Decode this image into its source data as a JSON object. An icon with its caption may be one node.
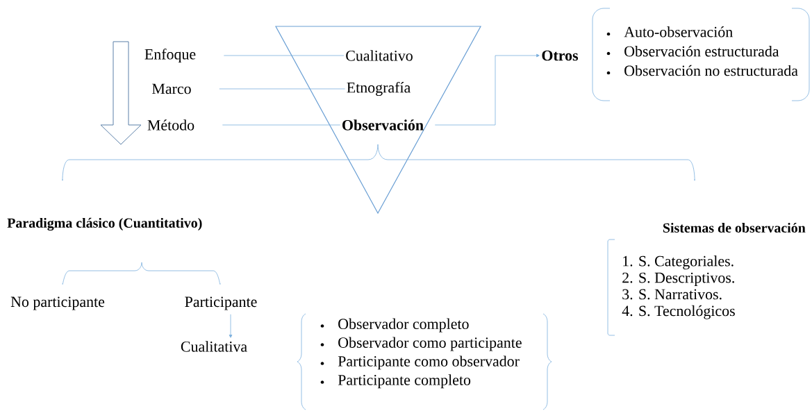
{
  "diagram": {
    "nodes": [
      {
        "text": [
          "Enfoque"
        ]
      },
      {
        "text": [
          "Marco"
        ]
      },
      {
        "text": [
          "Método"
        ]
      },
      {
        "text": [
          "Cualitativo"
        ]
      },
      {
        "text": [
          "Etnografía"
        ]
      },
      {
        "text": [
          "Observación"
        ]
      },
      {
        "text": [
          "Otros"
        ]
      },
      {
        "text": [
          "Auto-observación",
          "Observación estructurada",
          "Observación no estructurada"
        ]
      },
      {
        "text": [
          "Paradigma clásico (Cuantitativo)"
        ]
      },
      {
        "text": [
          "Sistemas de observación"
        ]
      },
      {
        "text": [
          "1. S. Categoriales.",
          "2. S. Descriptivos.",
          "3. S. Narrativos.",
          "4. S. Tecnológicos"
        ]
      },
      {
        "text": [
          "No participante"
        ]
      },
      {
        "text": [
          "Participante"
        ]
      },
      {
        "text": [
          "Cualitativa"
        ]
      },
      {
        "text": [
          "Observador completo",
          "Observador como participante",
          "Participante como observador",
          "Participante completo"
        ]
      }
    ],
    "edges": [
      {
        "from": 0,
        "to": 3,
        "arrow": "none"
      },
      {
        "from": 1,
        "to": 4,
        "arrow": "none"
      },
      {
        "from": 2,
        "to": 5,
        "arrow": "none"
      },
      {
        "from": 5,
        "to": 6,
        "arrow": "to"
      },
      {
        "from": 12,
        "to": 13,
        "arrow": "to"
      }
    ]
  }
}
